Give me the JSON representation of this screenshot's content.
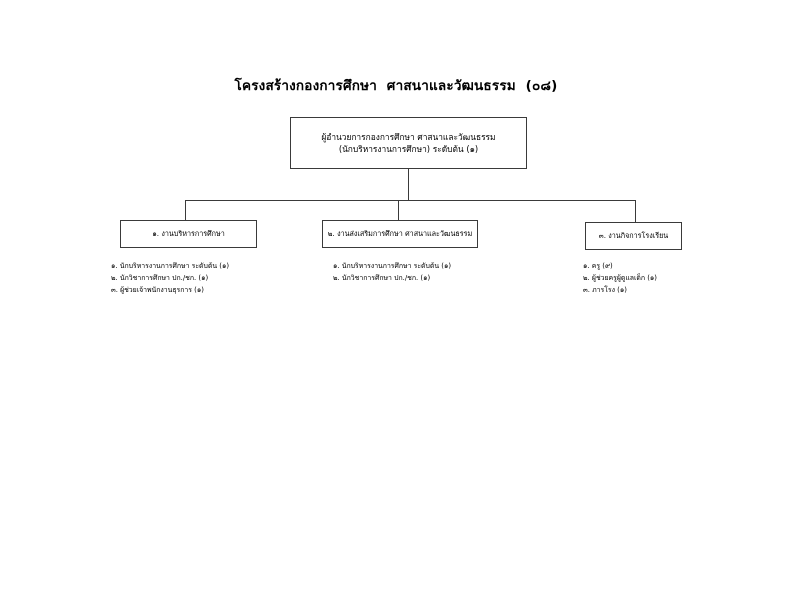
{
  "title": "โครงสร้างกองการศึกษา  ศาสนาและวัฒนธรรม  (๐๘)",
  "director": {
    "text": "ผู้อำนวยการกองการศึกษา ศาสนาและวัฒนธรรม\n(นักบริหารงานการศึกษา) ระดับต้น (๑)"
  },
  "units": [
    {
      "label": "๑. งานบริหารการศึกษา",
      "staff": [
        "๑. นักบริหารงานการศึกษา  ระดับต้น (๑)",
        "๒. นักวิชาการศึกษา ปก./ชก.  (๑)",
        "๓. ผู้ช่วยเจ้าพนักงานธุรการ (๑)"
      ]
    },
    {
      "label": "๒. งานส่งเสริมการศึกษา ศาสนาและวัฒนธรรม",
      "staff": [
        "๑. นักบริหารงานการศึกษา  ระดับต้น (๑)",
        "๒. นักวิชาการศึกษา ปก./ชก.  (๑)"
      ]
    },
    {
      "label": "๓. งานกิจการโรงเรียน",
      "staff": [
        "๑. ครู   (๙)",
        "๒. ผู้ช่วยครูผู้ดูแลเด็ก (๑)",
        "๓. ภารโรง (๑)"
      ]
    }
  ],
  "colors": {
    "border": "#3a3a3a",
    "text": "#000000",
    "background": "#ffffff"
  }
}
